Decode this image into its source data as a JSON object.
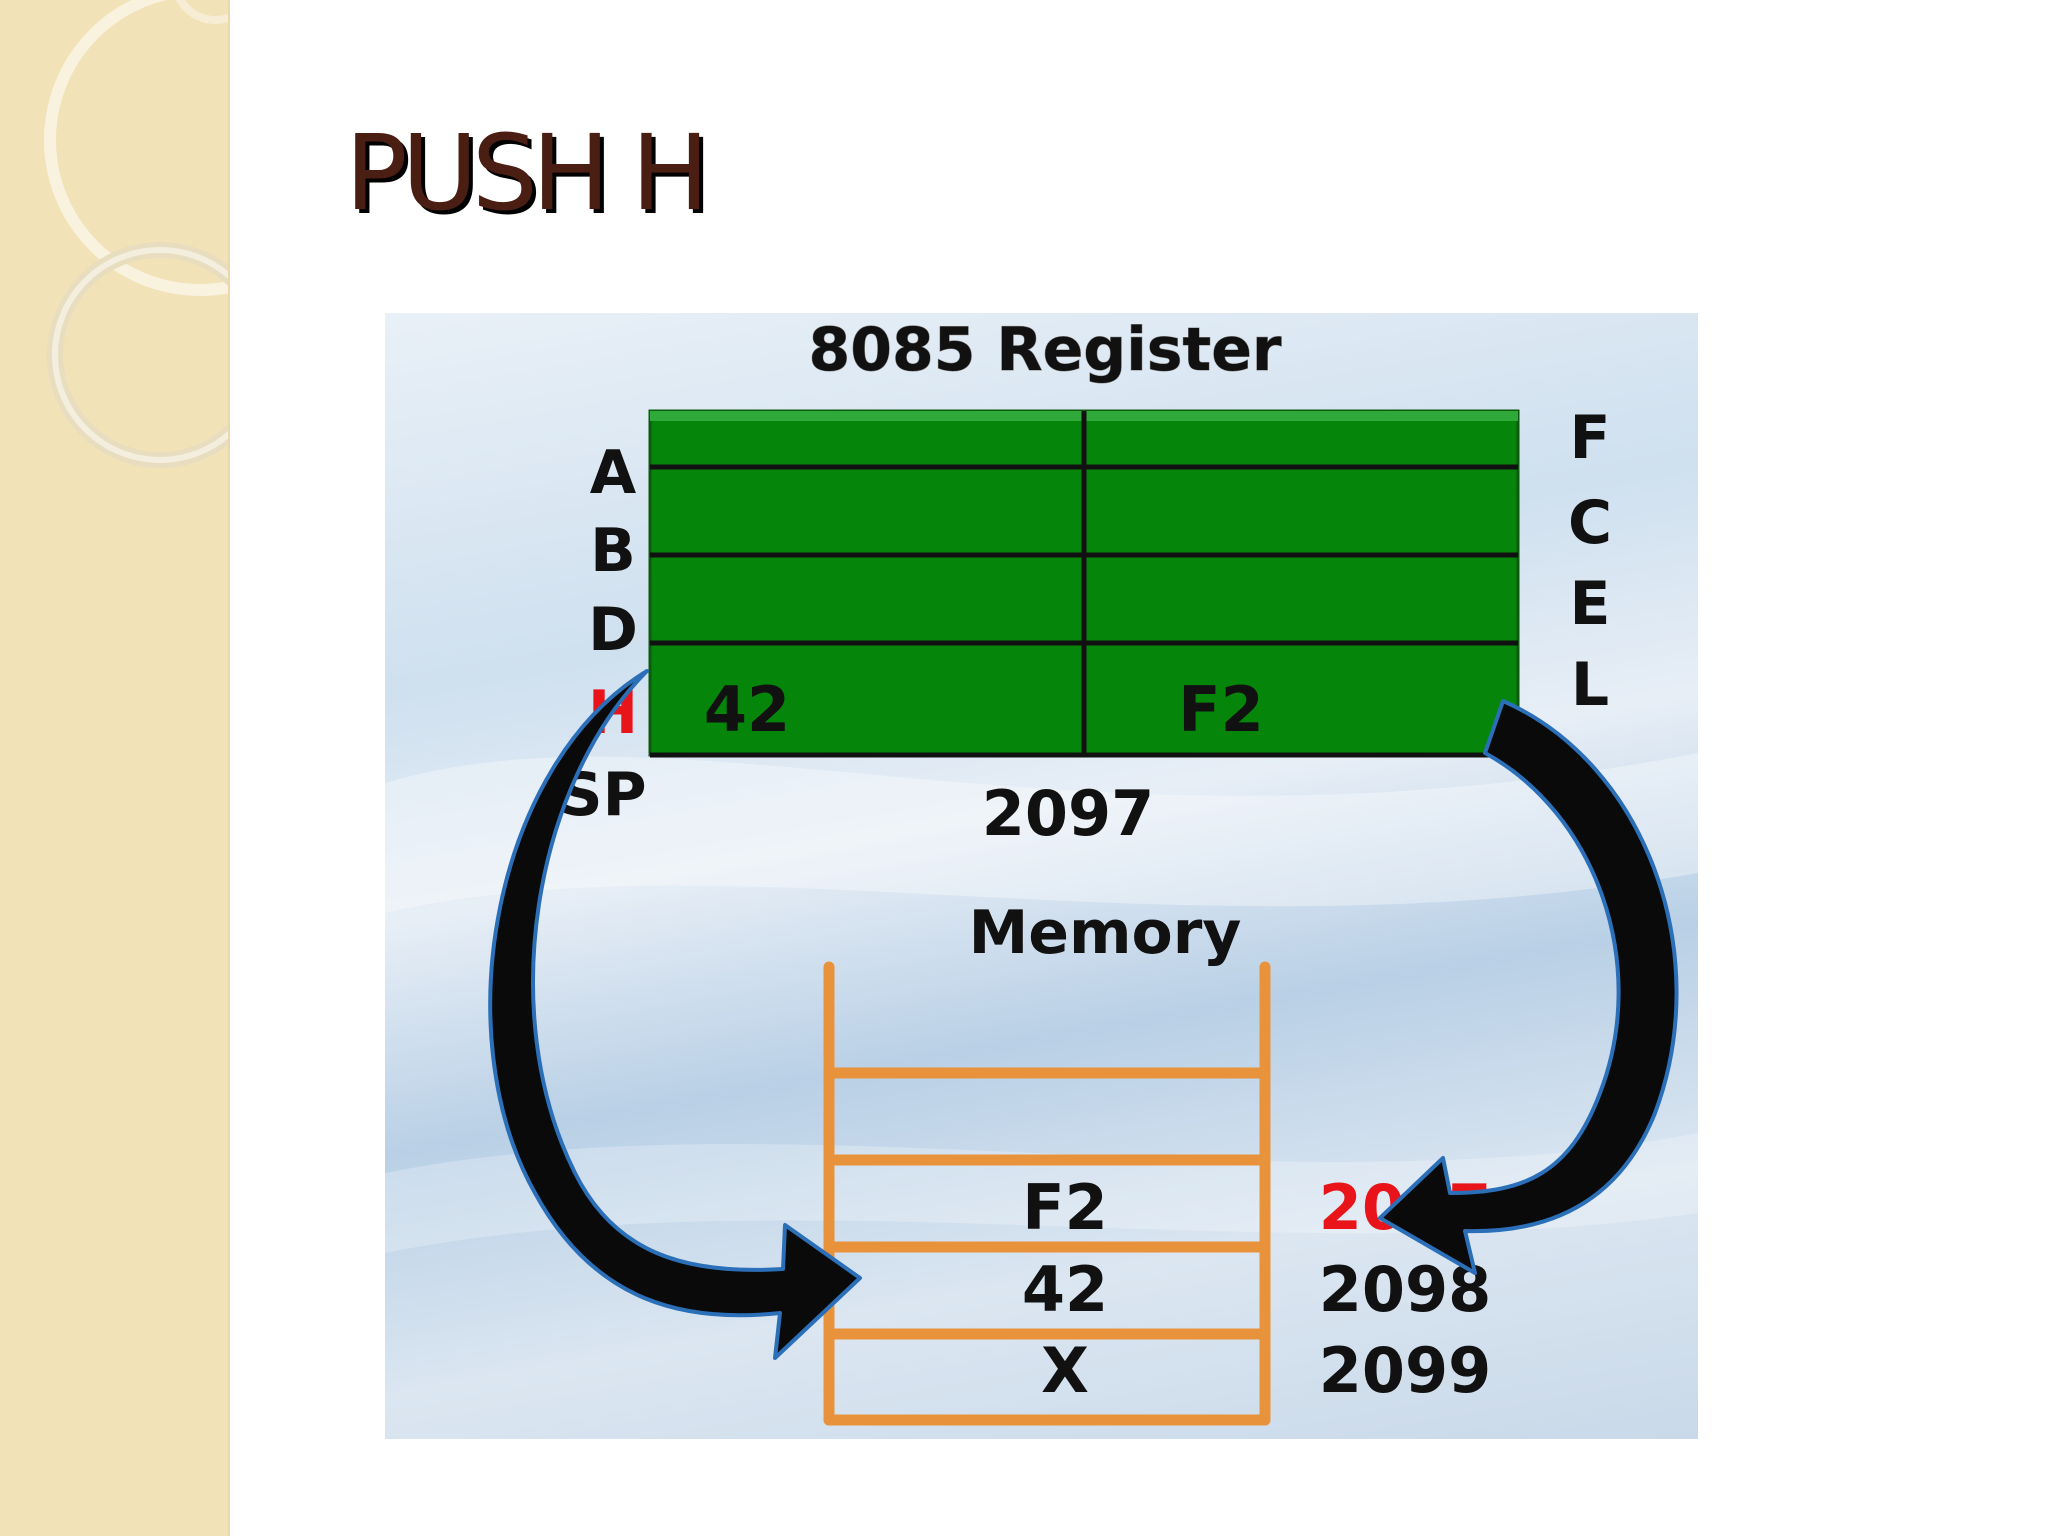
{
  "slide": {
    "title": "PUSH H"
  },
  "diagram": {
    "register_title": "8085 Register",
    "register_rows": [
      {
        "left_label": "A",
        "right_label": "F",
        "high": "",
        "low": ""
      },
      {
        "left_label": "B",
        "right_label": "C",
        "high": "",
        "low": ""
      },
      {
        "left_label": "D",
        "right_label": "E",
        "high": "",
        "low": ""
      },
      {
        "left_label": "H",
        "right_label": "L",
        "high": "42",
        "low": "F2"
      }
    ],
    "sp_label": "SP",
    "sp_value": "2097",
    "memory_title": "Memory",
    "memory_rows": [
      {
        "content": "",
        "address": ""
      },
      {
        "content": "",
        "address": ""
      },
      {
        "content": "F2",
        "address": "2097"
      },
      {
        "content": "42",
        "address": "2098"
      },
      {
        "content": "X",
        "address": "2099"
      }
    ],
    "colors": {
      "register_fill": "#05860a",
      "highlight": "#e8141a",
      "stack_wood": "#e8923c",
      "arrow": "#0a0a0a",
      "arrow_outline": "#2a6fb8"
    }
  }
}
